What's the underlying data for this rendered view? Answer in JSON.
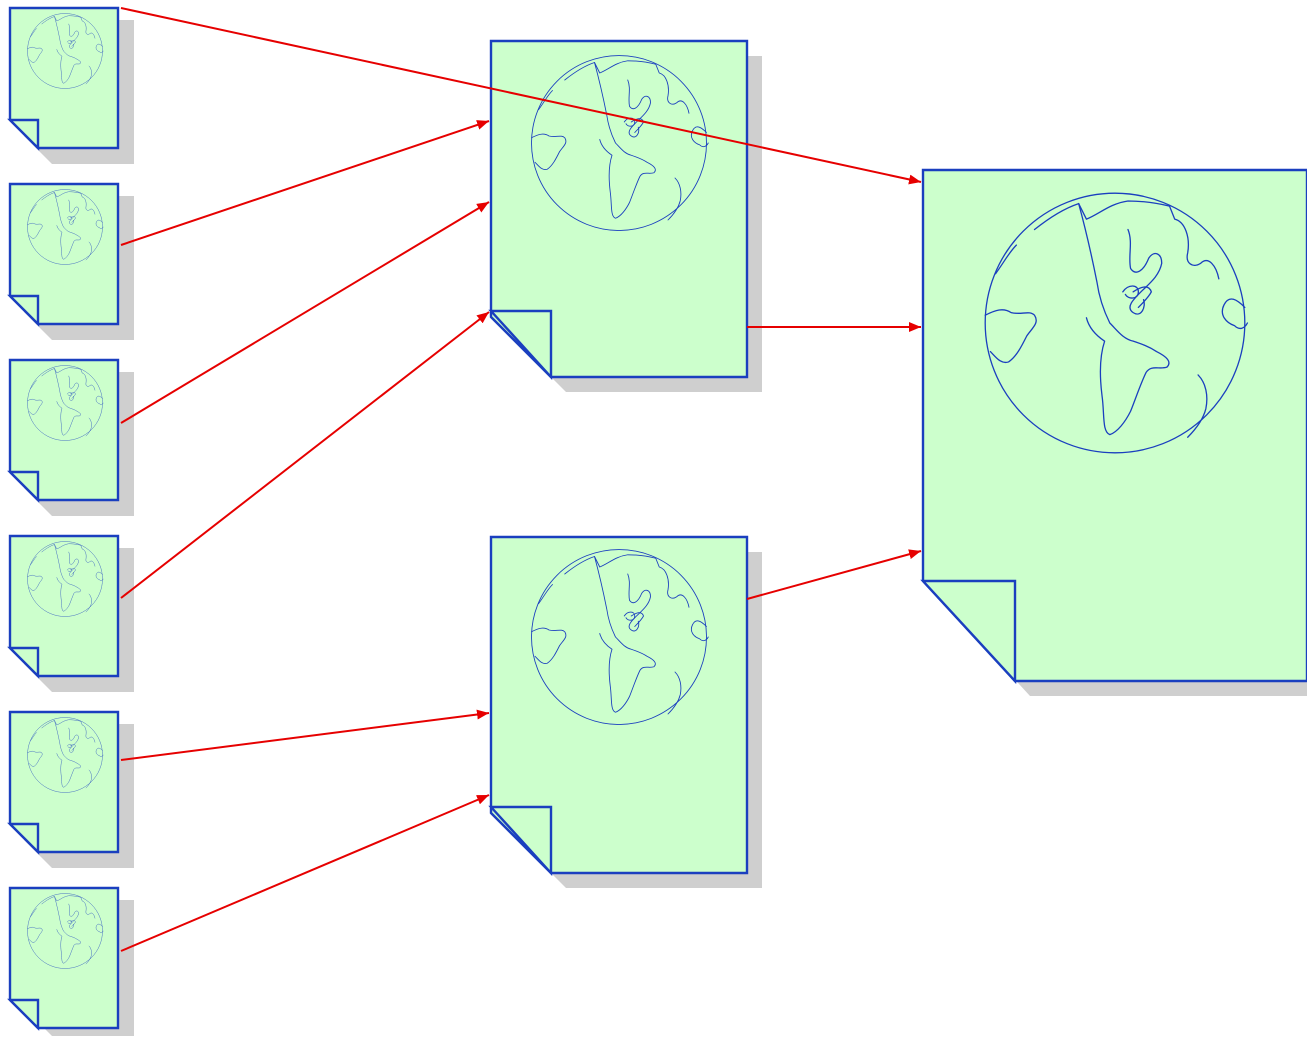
{
  "diagram": {
    "description_colors": {
      "page_fill": "#ccffcc",
      "outline": "#1a3fbf",
      "shadow": "#cfcfcf",
      "arrow": "#e60000"
    },
    "nodes": [
      {
        "id": "src-1",
        "kind": "globe-document",
        "icon": "globe-icon"
      },
      {
        "id": "src-2",
        "kind": "globe-document",
        "icon": "globe-icon"
      },
      {
        "id": "src-3",
        "kind": "globe-document",
        "icon": "globe-icon"
      },
      {
        "id": "src-4",
        "kind": "globe-document",
        "icon": "globe-icon"
      },
      {
        "id": "src-5",
        "kind": "globe-document",
        "icon": "globe-icon"
      },
      {
        "id": "src-6",
        "kind": "globe-document",
        "icon": "globe-icon"
      },
      {
        "id": "mid-1",
        "kind": "globe-document",
        "icon": "globe-icon"
      },
      {
        "id": "mid-2",
        "kind": "globe-document",
        "icon": "globe-icon"
      },
      {
        "id": "target",
        "kind": "globe-document",
        "icon": "globe-icon"
      }
    ],
    "edges": [
      {
        "from": "src-1",
        "to": "target"
      },
      {
        "from": "src-2",
        "to": "mid-1"
      },
      {
        "from": "src-3",
        "to": "mid-1"
      },
      {
        "from": "src-4",
        "to": "mid-1"
      },
      {
        "from": "src-5",
        "to": "mid-2"
      },
      {
        "from": "src-6",
        "to": "mid-2"
      },
      {
        "from": "mid-1",
        "to": "target"
      },
      {
        "from": "mid-2",
        "to": "target"
      }
    ]
  }
}
